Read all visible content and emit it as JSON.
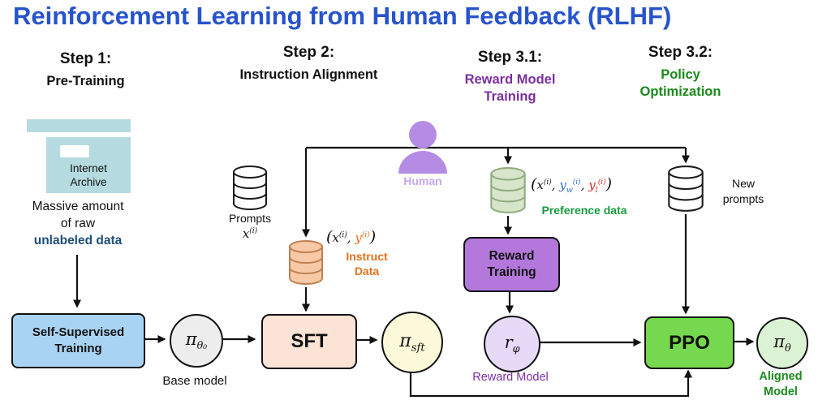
{
  "title": "Reinforcement Learning from Human Feedback (RLHF)",
  "colors": {
    "title": "#2754cc",
    "step31": "#7a2fa0",
    "step32": "#1a8a1a",
    "unlabeled": "#1f4e79",
    "instruct": "#e2711d",
    "preference": "#169c3e",
    "reward-model": "#7a2fa0",
    "aligned": "#1a8a1a",
    "human": "#b48ce4",
    "human-label": "#c7a7ee",
    "y-orange": "#e2711d",
    "yw-blue": "#2f6fd0",
    "yl-red": "#d42a2a",
    "box-blue": "#a9d3f2",
    "box-peach": "#fbe3d6",
    "box-purple": "#b478dd",
    "box-green": "#76d84e",
    "circle-gray": "#ededed",
    "circle-yellow": "#fcf8da",
    "circle-lavender": "#e7d9f8",
    "circle-green": "#dcf2d4",
    "cyl-white": "#ffffff",
    "cyl-orange": "#f8c9a6",
    "cyl-orange-stroke": "#c08052",
    "cyl-green": "#d7e5ca",
    "cyl-green-stroke": "#93ad7f",
    "archive": "#b5dbe0"
  },
  "steps": {
    "s1": {
      "label": "Step 1:",
      "sub": "Pre-Training"
    },
    "s2": {
      "label": "Step 2:",
      "sub": "Instruction Alignment"
    },
    "s31": {
      "label": "Step 3.1:",
      "sub": "Reward Model\nTraining"
    },
    "s32": {
      "label": "Step 3.2:",
      "sub": "Policy\nOptimization"
    }
  },
  "step1": {
    "archive_label": "Internet\nArchive",
    "caption_plain": "Massive amount\nof raw",
    "caption_bold": "unlabeled data",
    "box": "Self-Supervised\nTraining",
    "pi": "π",
    "pi_sub": "θ₀",
    "base_caption": "Base model"
  },
  "step2": {
    "prompts_label": "Prompts",
    "prompts_x": "x",
    "prompts_sup": "(i)",
    "human": "Human",
    "tuple": {
      "open": "(",
      "x": "x",
      "xsup": "(i)",
      "comma": ", ",
      "y": "y",
      "ysup": "(i)",
      "close": ")"
    },
    "instruct_label": "Instruct\nData",
    "box": "SFT",
    "pi": "π",
    "pi_sub": "sft"
  },
  "step31": {
    "tuple": {
      "open": "(",
      "x": "x",
      "xsup": "(i)",
      "c1": ", ",
      "yw": "y",
      "ywsub": "w",
      "ywsup": "(i)",
      "c2": ", ",
      "yl": "y",
      "ylsub": "l",
      "ylsup": "(i)",
      "close": ")"
    },
    "pref_label": "Preference data",
    "box": "Reward\nTraining",
    "r": "r",
    "r_sub": "φ",
    "caption": "Reward Model"
  },
  "step32": {
    "prompts_label": "New\nprompts",
    "box": "PPO",
    "pi": "π",
    "pi_sub": "θ",
    "caption": "Aligned\nModel"
  }
}
